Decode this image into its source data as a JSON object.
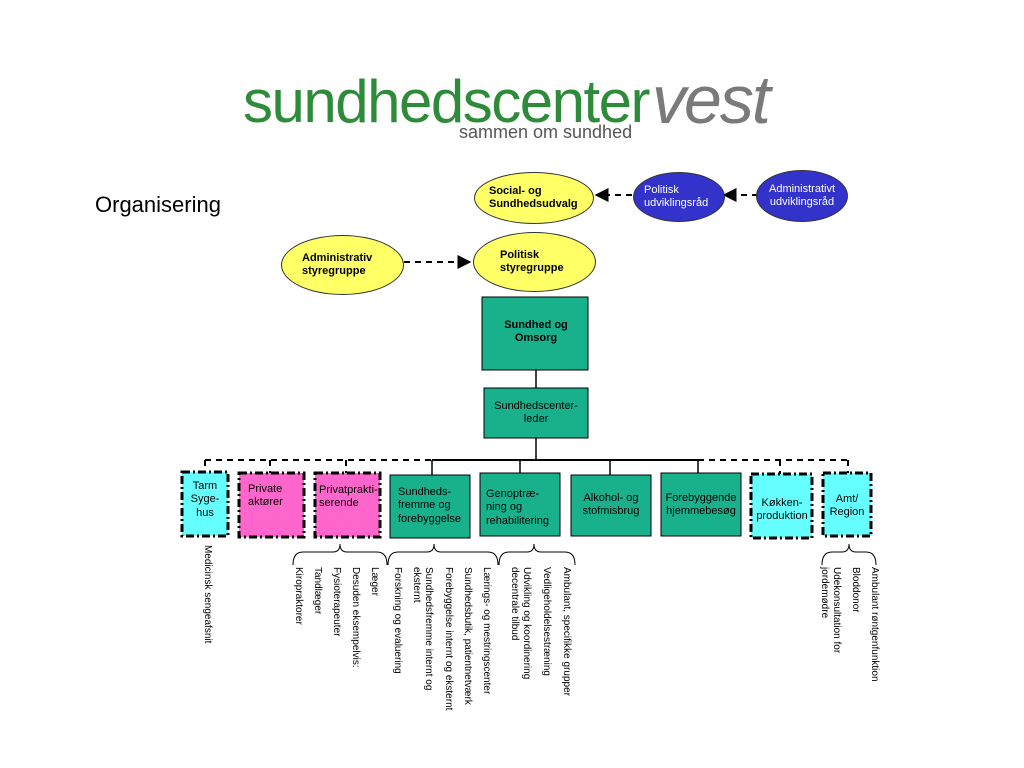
{
  "logo": {
    "wordmark": "sundhedscenter",
    "wordmark_accent": "vest",
    "tagline": "sammen om sundhed"
  },
  "heading": "Organisering",
  "colors": {
    "ellipse_yellow": "#ffff66",
    "ellipse_blue": "#3333cc",
    "teal": "#19b18c",
    "cyan": "#66ffff",
    "magenta": "#ff66cc"
  },
  "nodes": {
    "social_sundhedsudvalg": "Social- og Sundhedsudvalg",
    "politisk_udviklingsraad": "Politisk udviklingsråd",
    "administrativt_udviklingsraad": "Administrativt udviklingsråd",
    "administrativ_styregruppe": "Administrativ styregruppe",
    "politisk_styregruppe": "Politisk styregruppe",
    "sundhed_og_omsorg": "Sundhed og Omsorg",
    "sundhedscenterleder": "Sundhedscenter-leder",
    "tarm": "Tarm Syge-hus",
    "private_aktoerer": "Private aktører",
    "privatpraktiserende": "Privatprakti-serende",
    "sundhedsfremme": "Sundheds-fremme og forebyggelse",
    "genoptraening": "Genoptræ-ning og rehabilitering",
    "alkohol": "Alkohol- og stofmisbrug",
    "forebyggende": "Forebyggende hjemmebesøg",
    "koekken": "Køkken-produktion",
    "amt": "Amt/ Region"
  },
  "lists": {
    "tarm": [
      "Medicinsk sengeafsnit"
    ],
    "privat": [
      "Læger",
      "Desuden eksempelvis:",
      "Fysioterapeuter",
      "Tandlæger",
      "Kiropraktorer"
    ],
    "sundhedsfremme": [
      "Lærings- og mestringscenter",
      "Sundhedsbutik, patientnetværk",
      "Forebyggelse internt og eksternt",
      "Sundhedsfremme internt og eksternt",
      "Forskning og evaluering"
    ],
    "genoptraening": [
      "Ambulant, specifikke grupper",
      "Vedligeholdelsestræning",
      "Udvikling og koordinering decentrale tilbud"
    ],
    "amt": [
      "Ambulant røntgenfunktion",
      "Bloddonor",
      "Udekonsultation for jordemødre"
    ]
  }
}
